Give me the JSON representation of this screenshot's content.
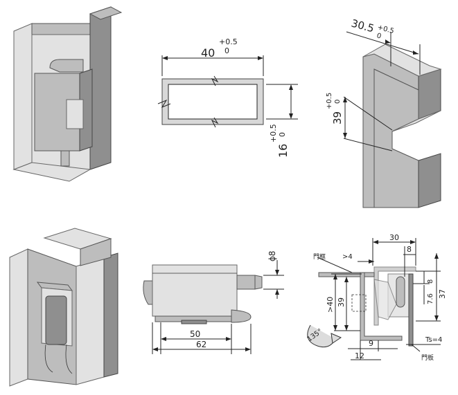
{
  "top_section": {
    "frame_profile": {
      "width": "40",
      "width_tol_upper": "+0.5",
      "width_tol_lower": "0",
      "height": "16",
      "height_tol_upper": "+0.5",
      "height_tol_lower": "0"
    },
    "cutout": {
      "depth": "30.5",
      "depth_tol_upper": "+0.5",
      "depth_tol_lower": "0",
      "height": "39",
      "height_tol_upper": "+0.5",
      "height_tol_lower": "0"
    }
  },
  "bottom_section": {
    "hinge_side": {
      "pin_diameter": "ϕ8",
      "len_inner": "50",
      "len_outer": "62"
    },
    "install": {
      "d30": "30",
      "d8_top": "8",
      "door_clear": ">4",
      "label_door_leaf": "門框",
      "label_door_plate": "門板",
      "d39": "39",
      "d40": ">40",
      "d8_right": "8",
      "d7_6": "7.6",
      "d37": "37",
      "d9": "9",
      "d12": "12",
      "ts": "Ts=4",
      "angle": "135°"
    }
  }
}
